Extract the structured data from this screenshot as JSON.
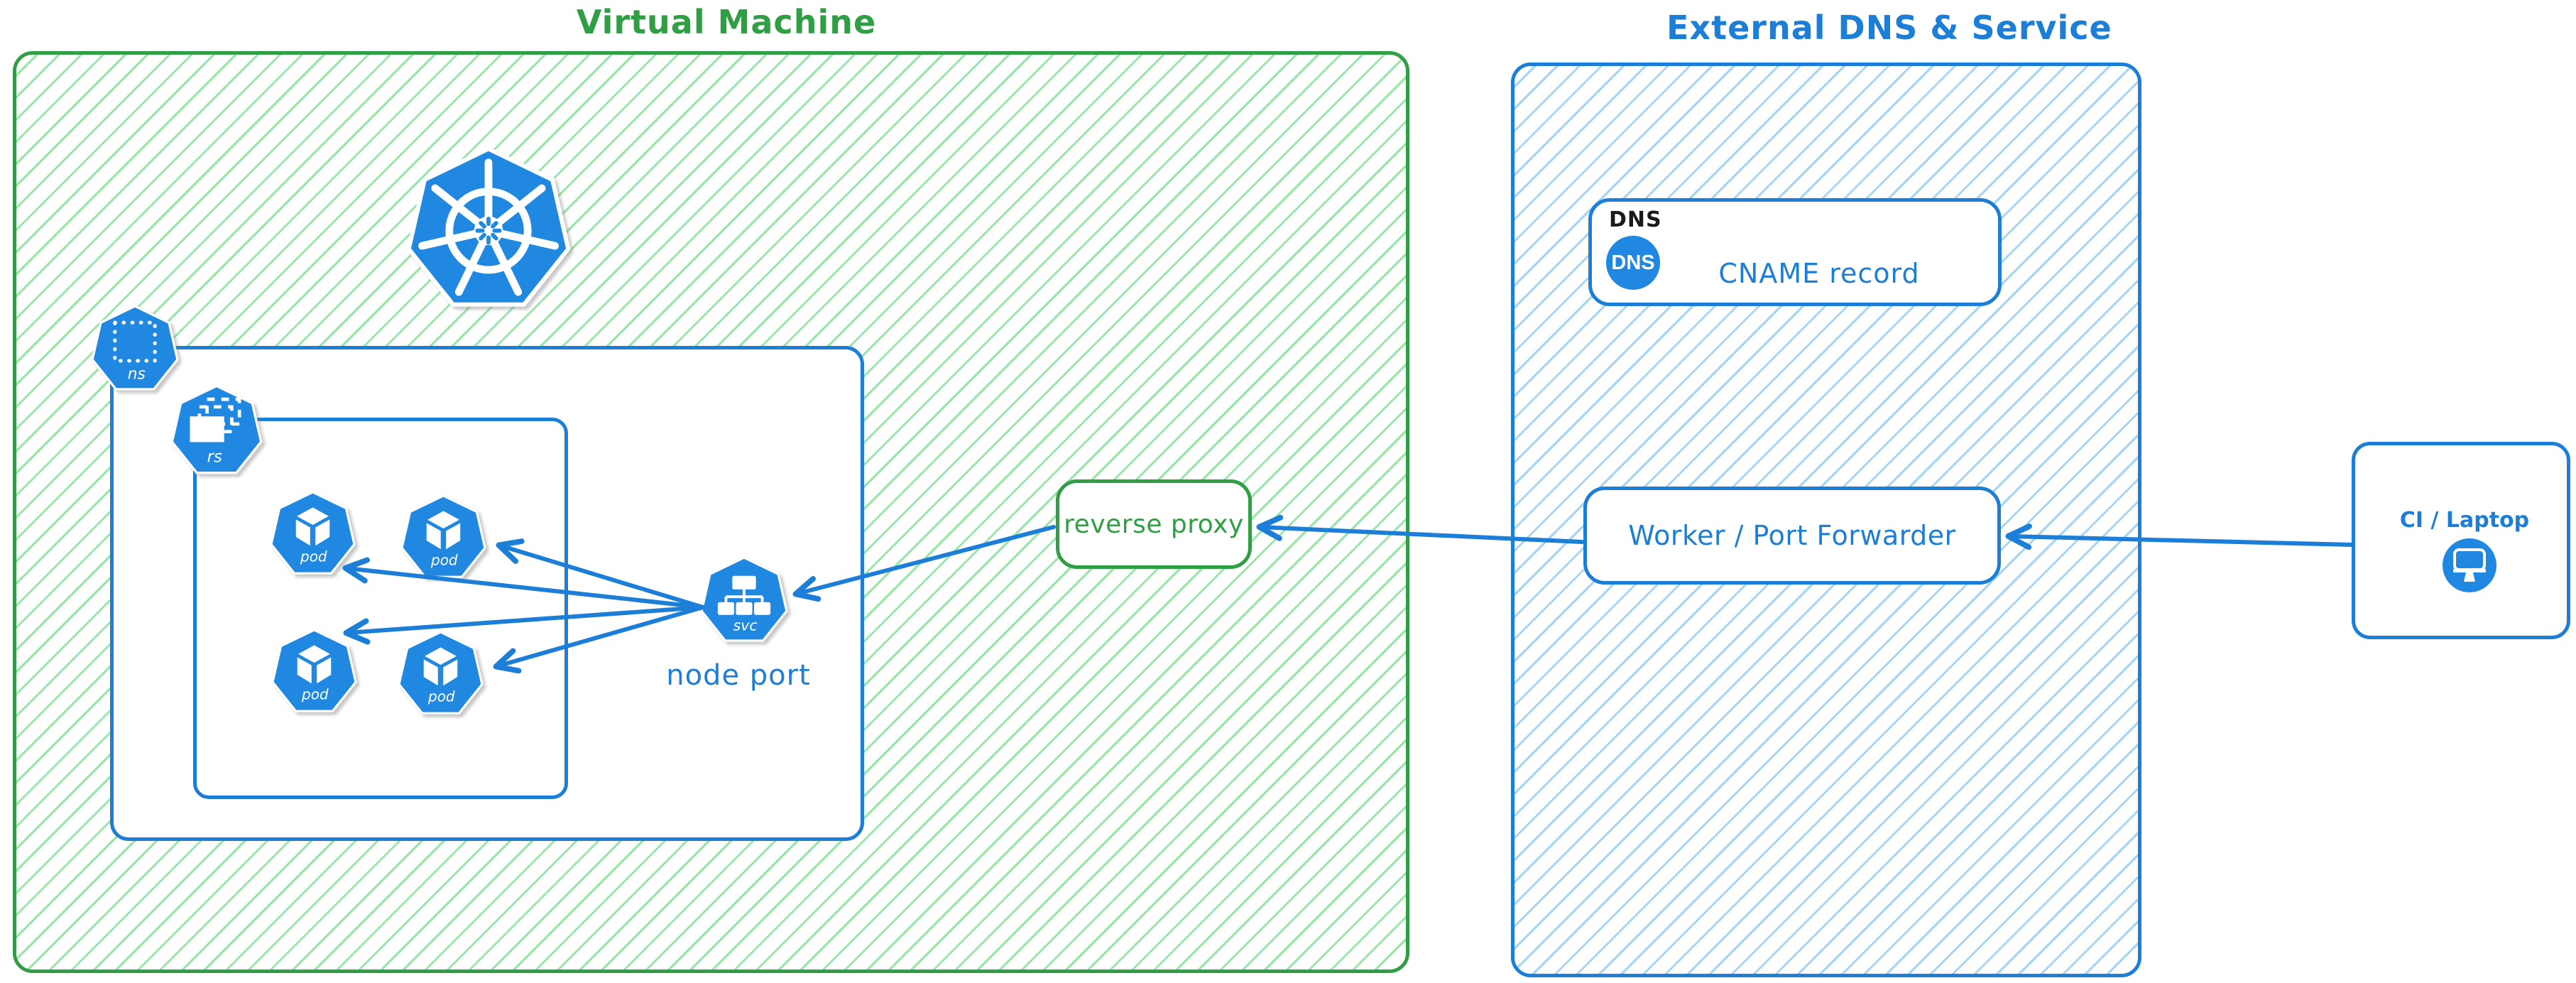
{
  "colors": {
    "green": "#2f9e44",
    "green-light": "#96e6a8",
    "blue": "#1c7ed6",
    "blue-light": "#a5d4f5",
    "icon-blue": "#2088e0",
    "ink": "#1a1a1a"
  },
  "vm": {
    "title": "Virtual Machine",
    "node_port_label": "node port",
    "reverse_proxy_label": "reverse proxy",
    "icon_labels": {
      "namespace": "ns",
      "replicaset": "rs",
      "pod": "pod",
      "service": "svc"
    }
  },
  "external": {
    "title": "External DNS & Service",
    "dns_box": {
      "heading": "DNS",
      "badge": "DNS",
      "record_label": "CNAME record"
    },
    "worker_box": {
      "label": "Worker / Port Forwarder"
    }
  },
  "client": {
    "label": "CI / Laptop"
  }
}
